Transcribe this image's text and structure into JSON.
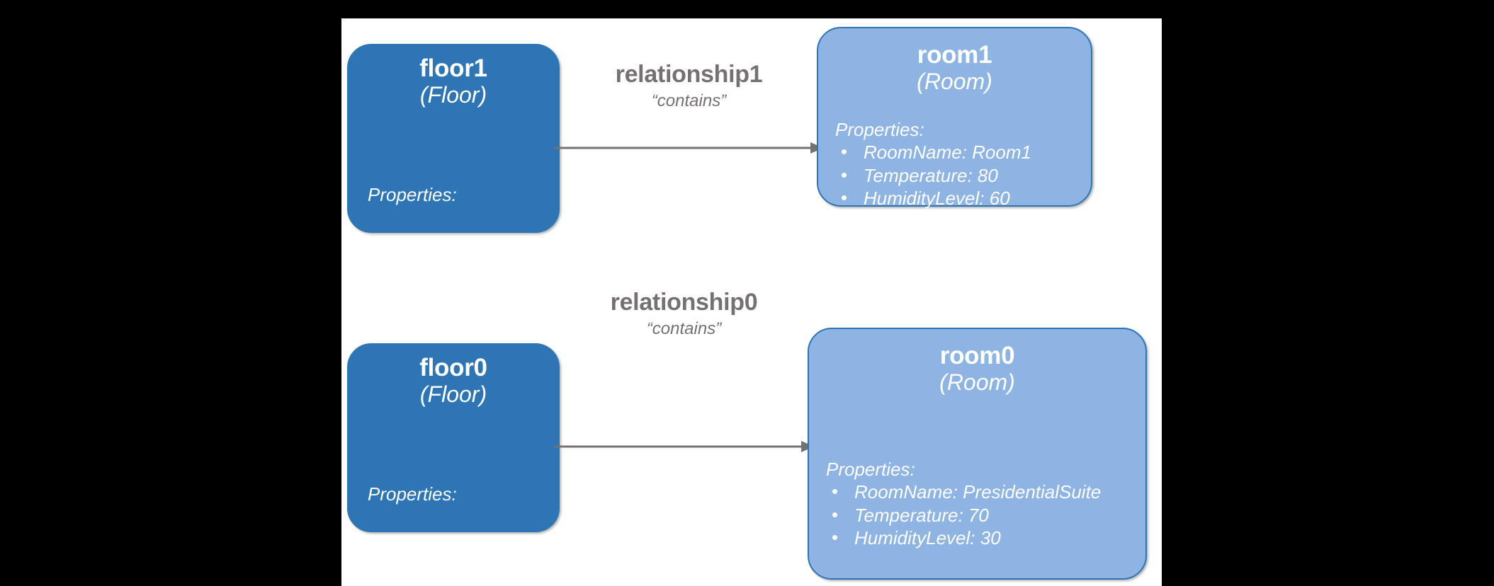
{
  "canvas": {
    "background": "#FFFFFF",
    "letterbox": "#000000"
  },
  "colors": {
    "floor_fill": "#2E75B6",
    "room_fill": "#8EB4E3",
    "room_border": "#2E75B6",
    "edge_line": "#767171",
    "edge_label_text": "#767171",
    "node_text": "#FFFFFF"
  },
  "nodes": [
    {
      "id": "floor1",
      "title": "floor1",
      "subtitle": "(Floor)",
      "properties_label": "Properties:",
      "properties": []
    },
    {
      "id": "room1",
      "title": "room1",
      "subtitle": "(Room)",
      "properties_label": "Properties:",
      "properties": [
        "RoomName: Room1",
        "Temperature: 80",
        "HumidityLevel: 60"
      ]
    },
    {
      "id": "floor0",
      "title": "floor0",
      "subtitle": "(Floor)",
      "properties_label": "Properties:",
      "properties": []
    },
    {
      "id": "room0",
      "title": "room0",
      "subtitle": "(Room)",
      "properties_label": "Properties:",
      "properties": [
        "RoomName: PresidentialSuite",
        "Temperature: 70",
        "HumidityLevel: 30"
      ]
    }
  ],
  "edges": [
    {
      "id": "relationship1",
      "name": "relationship1",
      "kind": "“contains”",
      "source": "floor1",
      "target": "room1"
    },
    {
      "id": "relationship0",
      "name": "relationship0",
      "kind": "“contains”",
      "source": "floor0",
      "target": "room0"
    }
  ],
  "bullet_glyph": "•"
}
